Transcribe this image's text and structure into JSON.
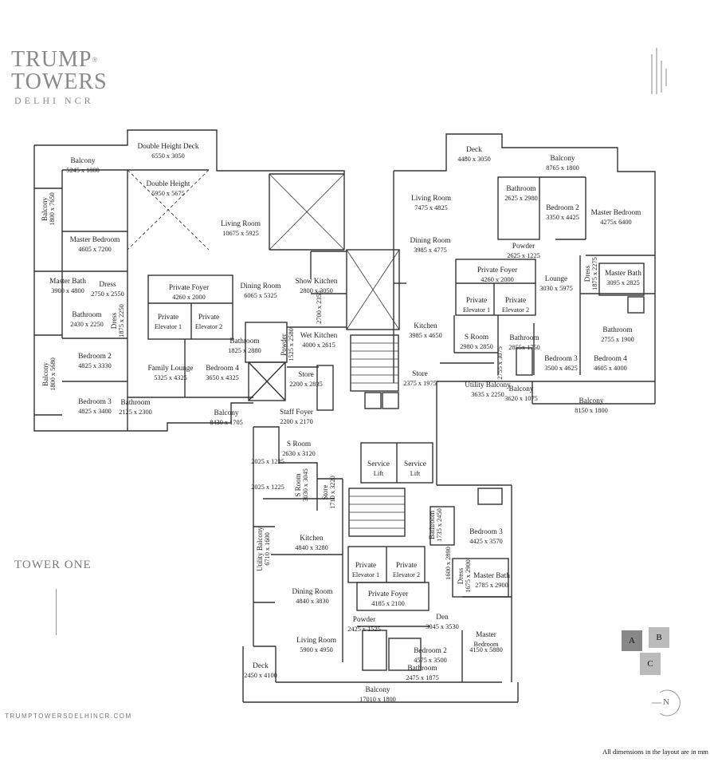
{
  "brand": {
    "line1": "TRUMP",
    "reg": "®",
    "line2": "TOWERS",
    "line3": "DELHI NCR"
  },
  "tower_name": "TOWER ONE",
  "website": "TRUMPTOWERSDELHINCR.COM",
  "footnote": "All dimensions in the layout are in mm",
  "compass": "N",
  "key_plan": {
    "a": "A",
    "b": "B",
    "c": "C"
  },
  "unit_a": [
    {
      "name": "Double Height Deck",
      "dim": "6550 x 3050"
    },
    {
      "name": "Balcony",
      "dim": "5245 x 1800"
    },
    {
      "name": "Double Height",
      "dim": "5950 x 5675"
    },
    {
      "name": "Living Room",
      "dim": "10675 x 5925"
    },
    {
      "name": "Master Bedroom",
      "dim": "4605 x 7200"
    },
    {
      "name": "Master Bath",
      "dim": "3900 x 4800"
    },
    {
      "name": "Dress",
      "dim": "2750 x 2550"
    },
    {
      "name": "Bathroom",
      "dim": "2430 x 2250"
    },
    {
      "name": "Private Foyer",
      "dim": "4260 x 2000"
    },
    {
      "name": "Private",
      "dim": "Elevator 1"
    },
    {
      "name": "Private",
      "dim": "Elevator 2"
    },
    {
      "name": "Dining Room",
      "dim": "6065 x 5325"
    },
    {
      "name": "Show Kitchen",
      "dim": "2800 x 3050"
    },
    {
      "name": "Wet Kitchen",
      "dim": "4000 x 2615"
    },
    {
      "name": "Bathroom",
      "dim": "1825 x 2880"
    },
    {
      "name": "Bedroom 2",
      "dim": "4825 x 3330"
    },
    {
      "name": "Family Lounge",
      "dim": "5325 x 4325"
    },
    {
      "name": "Bedroom 4",
      "dim": "3650 x 4325"
    },
    {
      "name": "Store",
      "dim": "2200 x 2835"
    },
    {
      "name": "Bedroom 3",
      "dim": "4825 x 3400"
    },
    {
      "name": "Bathroom",
      "dim": "2125 x 2300"
    },
    {
      "name": "Balcony",
      "dim": "8430 x 1705"
    },
    {
      "name": "Staff Foyer",
      "dim": "2200 x 2170"
    }
  ],
  "unit_a_vert": [
    {
      "name": "Balcony",
      "dim": "1800 x 7650"
    },
    {
      "name": "Dress",
      "dim": "1875 x 2250"
    },
    {
      "name": "Powder",
      "dim": "1525 x 2580"
    },
    {
      "name": "",
      "dim": "2700 x 2355"
    },
    {
      "name": "Balcony",
      "dim": "1800 x 5680"
    }
  ],
  "unit_b": [
    {
      "name": "Deck",
      "dim": "4480 x 3050"
    },
    {
      "name": "Balcony",
      "dim": "8765 x 1800"
    },
    {
      "name": "Living Room",
      "dim": "7475 x 4825"
    },
    {
      "name": "Bathroom",
      "dim": "2625 x 2980"
    },
    {
      "name": "Bedroom 2",
      "dim": "3350 x 4425"
    },
    {
      "name": "Master Bedroom",
      "dim": "4275x 6400"
    },
    {
      "name": "Dining Room",
      "dim": "3985 x 4775"
    },
    {
      "name": "Powder",
      "dim": "2625 x 1225"
    },
    {
      "name": "Private Foyer",
      "dim": "4260 x 2000"
    },
    {
      "name": "Lounge",
      "dim": "3030 x 5975"
    },
    {
      "name": "Master Bath",
      "dim": "3095 x 2825"
    },
    {
      "name": "Private",
      "dim": "Elevator 1"
    },
    {
      "name": "Private",
      "dim": "Elevator 2"
    },
    {
      "name": "Kitchen",
      "dim": "3985 x 4650"
    },
    {
      "name": "S Room",
      "dim": "2980 x 2850"
    },
    {
      "name": "Bathroom",
      "dim": "2855x 1750"
    },
    {
      "name": "Bathroom",
      "dim": "2755 x 1900"
    },
    {
      "name": "Bedroom 3",
      "dim": "3500 x 4625"
    },
    {
      "name": "Bedroom 4",
      "dim": "4605 x 4000"
    },
    {
      "name": "Store",
      "dim": "2375 x 1975"
    },
    {
      "name": "Utility Balcony",
      "dim": "3635 x 2250"
    },
    {
      "name": "Balcony",
      "dim": "3620 x 1075"
    },
    {
      "name": "Balcony",
      "dim": "8150 x 1800"
    }
  ],
  "unit_b_vert": [
    {
      "name": "Dress",
      "dim": "1875 x 2275"
    },
    {
      "name": "",
      "dim": "2755 x 3075"
    }
  ],
  "unit_c": [
    {
      "name": "S Room",
      "dim": "2630 x 3120"
    },
    {
      "name": "",
      "dim": "2025 x 1225"
    },
    {
      "name": "",
      "dim": "2025 x 1225"
    },
    {
      "name": "Service",
      "dim": "Lift"
    },
    {
      "name": "Service",
      "dim": "Lift"
    },
    {
      "name": "Kitchen",
      "dim": "4840 x 3280"
    },
    {
      "name": "Bedroom 3",
      "dim": "4425 x 3570"
    },
    {
      "name": "Private",
      "dim": "Elevator 1"
    },
    {
      "name": "Private",
      "dim": "Elevator 2"
    },
    {
      "name": "Master Bath",
      "dim": "2785 x 2900"
    },
    {
      "name": "Dining Room",
      "dim": "4840 x 3830"
    },
    {
      "name": "Private Foyer",
      "dim": "4185 x 2100"
    },
    {
      "name": "Powder",
      "dim": "2425 x 1525"
    },
    {
      "name": "Den",
      "dim": "3045 x 3530"
    },
    {
      "name": "Living Room",
      "dim": "5900 x 4950"
    },
    {
      "name": "Master",
      "dim": "Bedroom"
    },
    {
      "name": "",
      "dim": "4150 x 5880"
    },
    {
      "name": "Bedroom 2",
      "dim": "4575 x 3500"
    },
    {
      "name": "Deck",
      "dim": "2450 x 4100"
    },
    {
      "name": "Bathroom",
      "dim": "2475 x 1875"
    },
    {
      "name": "Balcony",
      "dim": "17010 x 1800"
    }
  ],
  "unit_c_vert": [
    {
      "name": "S Room",
      "dim": "3030 x 3045"
    },
    {
      "name": "Store",
      "dim": "1710 x 3220"
    },
    {
      "name": "Utility Balcony",
      "dim": "6710 x 1600"
    },
    {
      "name": "Bathroom",
      "dim": "1735 x 2450"
    },
    {
      "name": "",
      "dim": "1600 x 2890"
    },
    {
      "name": "Dress",
      "dim": "1675 x 2900"
    }
  ]
}
